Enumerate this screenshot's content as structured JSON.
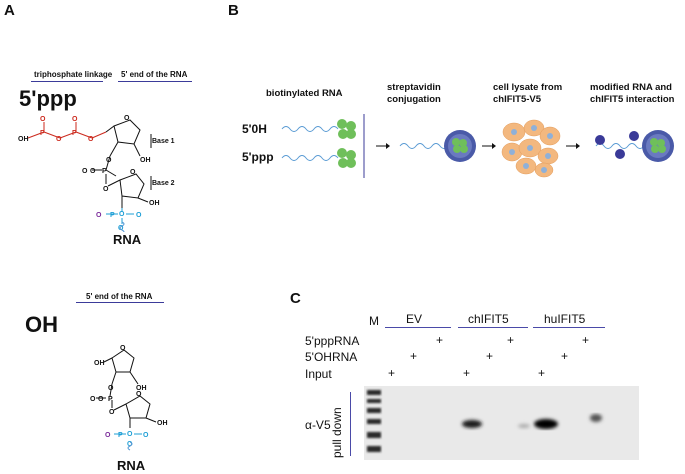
{
  "panels": {
    "a": "A",
    "b": "B",
    "c": "C"
  },
  "panel_a": {
    "triphosphate_label": "triphosphate linkage",
    "five_prime_label_top": "5' end of the RNA",
    "ppp_title": "5'ppp",
    "base1": "Base 1",
    "base2": "Base 2",
    "rna_top": "RNA",
    "five_prime_label_bottom": "5' end of the RNA",
    "oh_title": "OH",
    "rna_bottom": "RNA",
    "atoms": {
      "oh": "OH",
      "o": "O",
      "p": "P"
    }
  },
  "panel_b": {
    "col1": "biotinylated RNA",
    "col2_line1": "streptavidin",
    "col2_line2": "conjugation",
    "col3_line1": "cell lysate from",
    "col3_line2": "chIFIT5-V5",
    "col4_line1": "modified RNA and",
    "col4_line2": "chIFIT5 interaction",
    "row_5oh": "5'0H",
    "row_5ppp": "5'ppp"
  },
  "panel_c": {
    "marker": "M",
    "groups": [
      "EV",
      "chIFIT5",
      "huIFIT5"
    ],
    "rows": [
      "5'pppRNA",
      "5'OHRNA",
      "Input"
    ],
    "plus": "+",
    "antibody": "α-V5",
    "side_label": "pull down",
    "colors": {
      "group_line": "#4a4aa8"
    }
  },
  "colors": {
    "phosphate": "#cc2a1e",
    "blue_atoms": "#1e9fd6",
    "purple": "#7a2a9a",
    "rna_wave": "#5a9bd4",
    "bead_green": "#6fbf5a",
    "cell": "#f3b87f",
    "underline": "#3b3b9a"
  }
}
